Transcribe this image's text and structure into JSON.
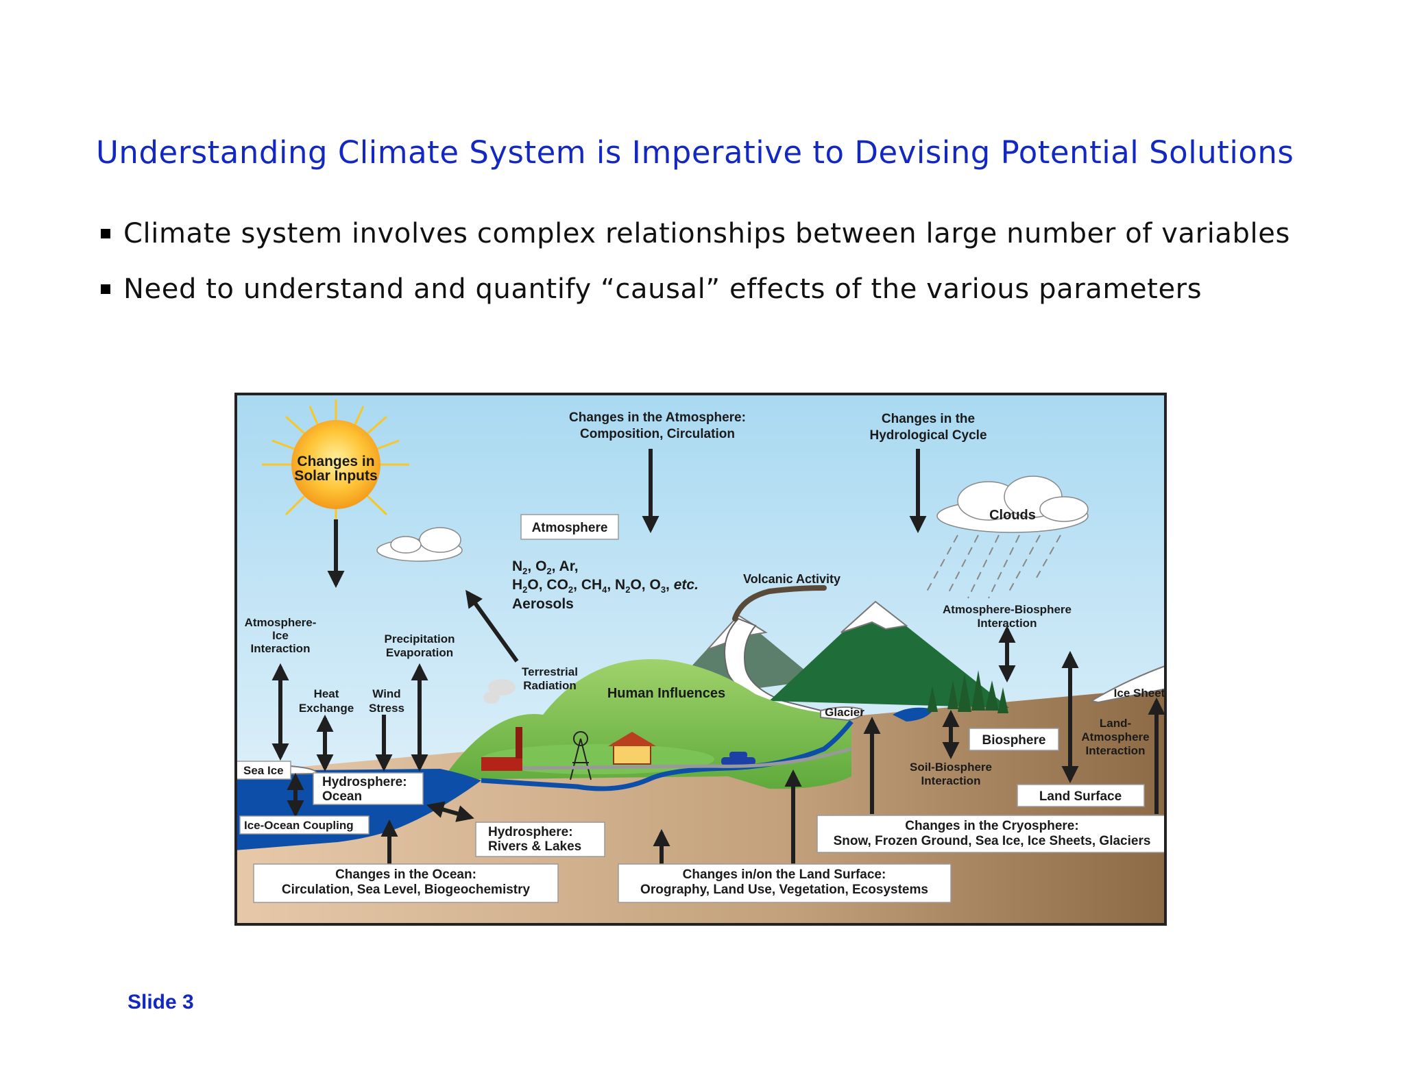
{
  "title": "Understanding Climate System is Imperative to Devising Potential Solutions",
  "bullets": [
    "Climate system involves complex relationships between large number of variables",
    "Need to understand and quantify “causal” effects of the various parameters"
  ],
  "diagram": {
    "solar": [
      "Changes in",
      "Solar Inputs"
    ],
    "atmosphere_changes": [
      "Changes in the Atmosphere:",
      "Composition, Circulation"
    ],
    "hydro_cycle": [
      "Changes in the",
      "Hydrological Cycle"
    ],
    "atmosphere_box": "Atmosphere",
    "clouds": "Clouds",
    "gases": {
      "line1": {
        "n2": "N",
        "s1": "2",
        "o2": ", O",
        "s2": "2",
        "ar": ",  Ar,"
      },
      "line2": {
        "h2o_h": "H",
        "s1": "2",
        "h2o_o": "O, CO",
        "s2": "2",
        "ch4": ", CH",
        "s3": "4",
        "n2o": ", N",
        "s4": "2",
        "o3": "O, O",
        "s5": "3",
        "comma": ", ",
        "etc": "etc."
      },
      "aerosols": "Aerosols"
    },
    "volcanic": "Volcanic Activity",
    "atm_bio": [
      "Atmosphere-Biosphere",
      "Interaction"
    ],
    "atm_ice": [
      "Atmosphere-",
      "Ice",
      "Interaction"
    ],
    "precip": [
      "Precipitation",
      "Evaporation"
    ],
    "heat_exchange": [
      "Heat",
      "Exchange"
    ],
    "wind_stress": [
      "Wind",
      "Stress"
    ],
    "terrestrial": [
      "Terrestrial",
      "Radiation"
    ],
    "human": "Human Influences",
    "glacier": "Glacier",
    "ice_sheet": "Ice Sheet",
    "biosphere": "Biosphere",
    "land_atm": [
      "Land-",
      "Atmosphere",
      "Interaction"
    ],
    "sea_ice": "Sea Ice",
    "hydro_ocean": [
      "Hydrosphere:",
      "Ocean"
    ],
    "soil_bio": [
      "Soil-Biosphere",
      "Interaction"
    ],
    "land_surface": "Land Surface",
    "ice_ocean": "Ice-Ocean Coupling",
    "hydro_rivers": [
      "Hydrosphere:",
      "Rivers & Lakes"
    ],
    "cryosphere": [
      "Changes in the Cryosphere:",
      "Snow, Frozen Ground, Sea Ice, Ice Sheets, Glaciers"
    ],
    "ocean_changes": [
      "Changes in the Ocean:",
      "Circulation, Sea Level, Biogeochemistry"
    ],
    "land_changes": [
      "Changes in/on the Land Surface:",
      "Orography, Land Use, Vegetation, Ecosystems"
    ]
  },
  "slide_label": "Slide 3",
  "colors": {
    "title": "#1228c0",
    "sky": "#bfe3f6",
    "ocean": "#0d4fa8",
    "land": "#b08b62",
    "arrow": "#1f1f1f"
  }
}
